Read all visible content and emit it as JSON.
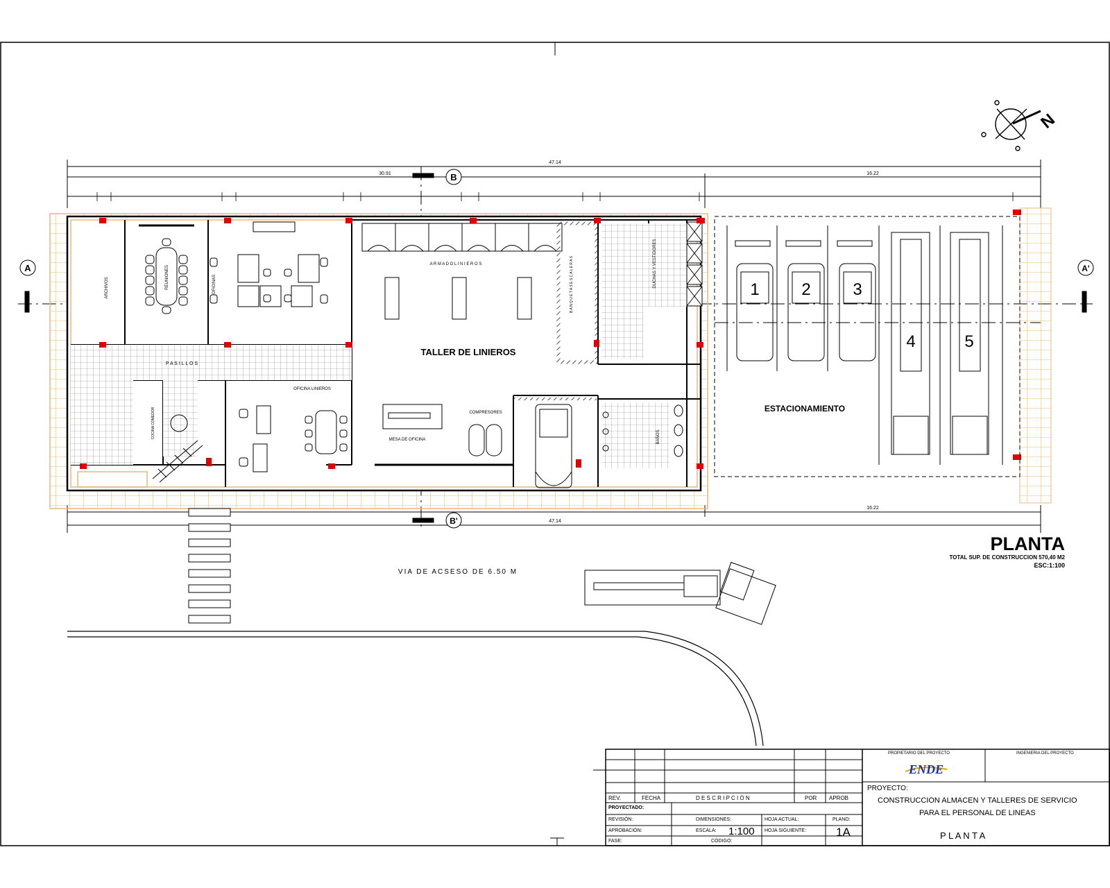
{
  "sheet": {
    "title": "PLANTA",
    "total_area": "TOTAL SUP. DE CONSTRUCCION  570,40 M2",
    "scale_note": "ESC:1:100",
    "access_road": "VIA  DE  ACSESO  DE  6.50 M",
    "north": "N"
  },
  "dimensions": {
    "top_overall": "47.14",
    "top_left": "30.91",
    "top_right": "16.22",
    "bottom_overall": "47.14",
    "bottom_right": "16.22"
  },
  "section_marks": {
    "a_left": "A",
    "a_right": "A'",
    "b_top": "B",
    "b_bottom": "B'"
  },
  "rooms": {
    "taller": "TALLER DE LINIEROS",
    "estacionamiento": "ESTACIONAMIENTO",
    "armado": "A R M A D O   L I N I E R O S",
    "reuniones": "REUNIONES",
    "oficinas": "OFICINAS",
    "archivos": "ARCHIVOS",
    "pasillos": "P A S I L L O S",
    "oficina_linieros": "OFICINA LINIEROS",
    "mesa_oficina": "MESA DE OFICINA",
    "compresores": "COMPRESORES",
    "banos": "BAÑOS",
    "duchas": "DUCHAS Y VESTIDORES",
    "escaleras": "B A N Q U E T A S   E S C A L E R A S",
    "cocina": "COCINA COMEDOR"
  },
  "parking": {
    "stalls": [
      "1",
      "2",
      "3",
      "4",
      "5"
    ]
  },
  "title_block": {
    "owner_header": "PROPIETARIO DEL PROYECTO",
    "engineering_header": "INGENIERIA DEL PROYECTO",
    "logo": "ENDE",
    "rev_label": "REV.",
    "fecha_label": "FECHA",
    "descripcion_label": "D E S C R I P C I Ó N",
    "por_label": "POR",
    "aprob_label": "APROB",
    "proyectado_label": "PROYECTADO:",
    "revision_label": "REVISIÓN:",
    "aprobacion_label": "APROBACIÓN:",
    "fase_label": "FASE:",
    "dimensiones_label": "DIMENSIONES:",
    "escala_label": "ESCALA:",
    "escala_value": "1:100",
    "codigo_label": "CÓDIGO:",
    "hoja_actual_label": "HOJA ACTUAL:",
    "hoja_siguiente_label": "HOJA SIGUIENTE:",
    "plano_label": "PLANO:",
    "plano_value": "1A",
    "proyecto_label": "PROYECTO:",
    "project_line1": "CONSTRUCCION ALMACEN Y TALLERES DE SERVICIO",
    "project_line2": "PARA EL PERSONAL DE LINEAS",
    "sheet_name": "P  L  A  N  T  A"
  },
  "colors": {
    "wall": "#000000",
    "column": "#e00000",
    "finish": "#e8b878"
  }
}
